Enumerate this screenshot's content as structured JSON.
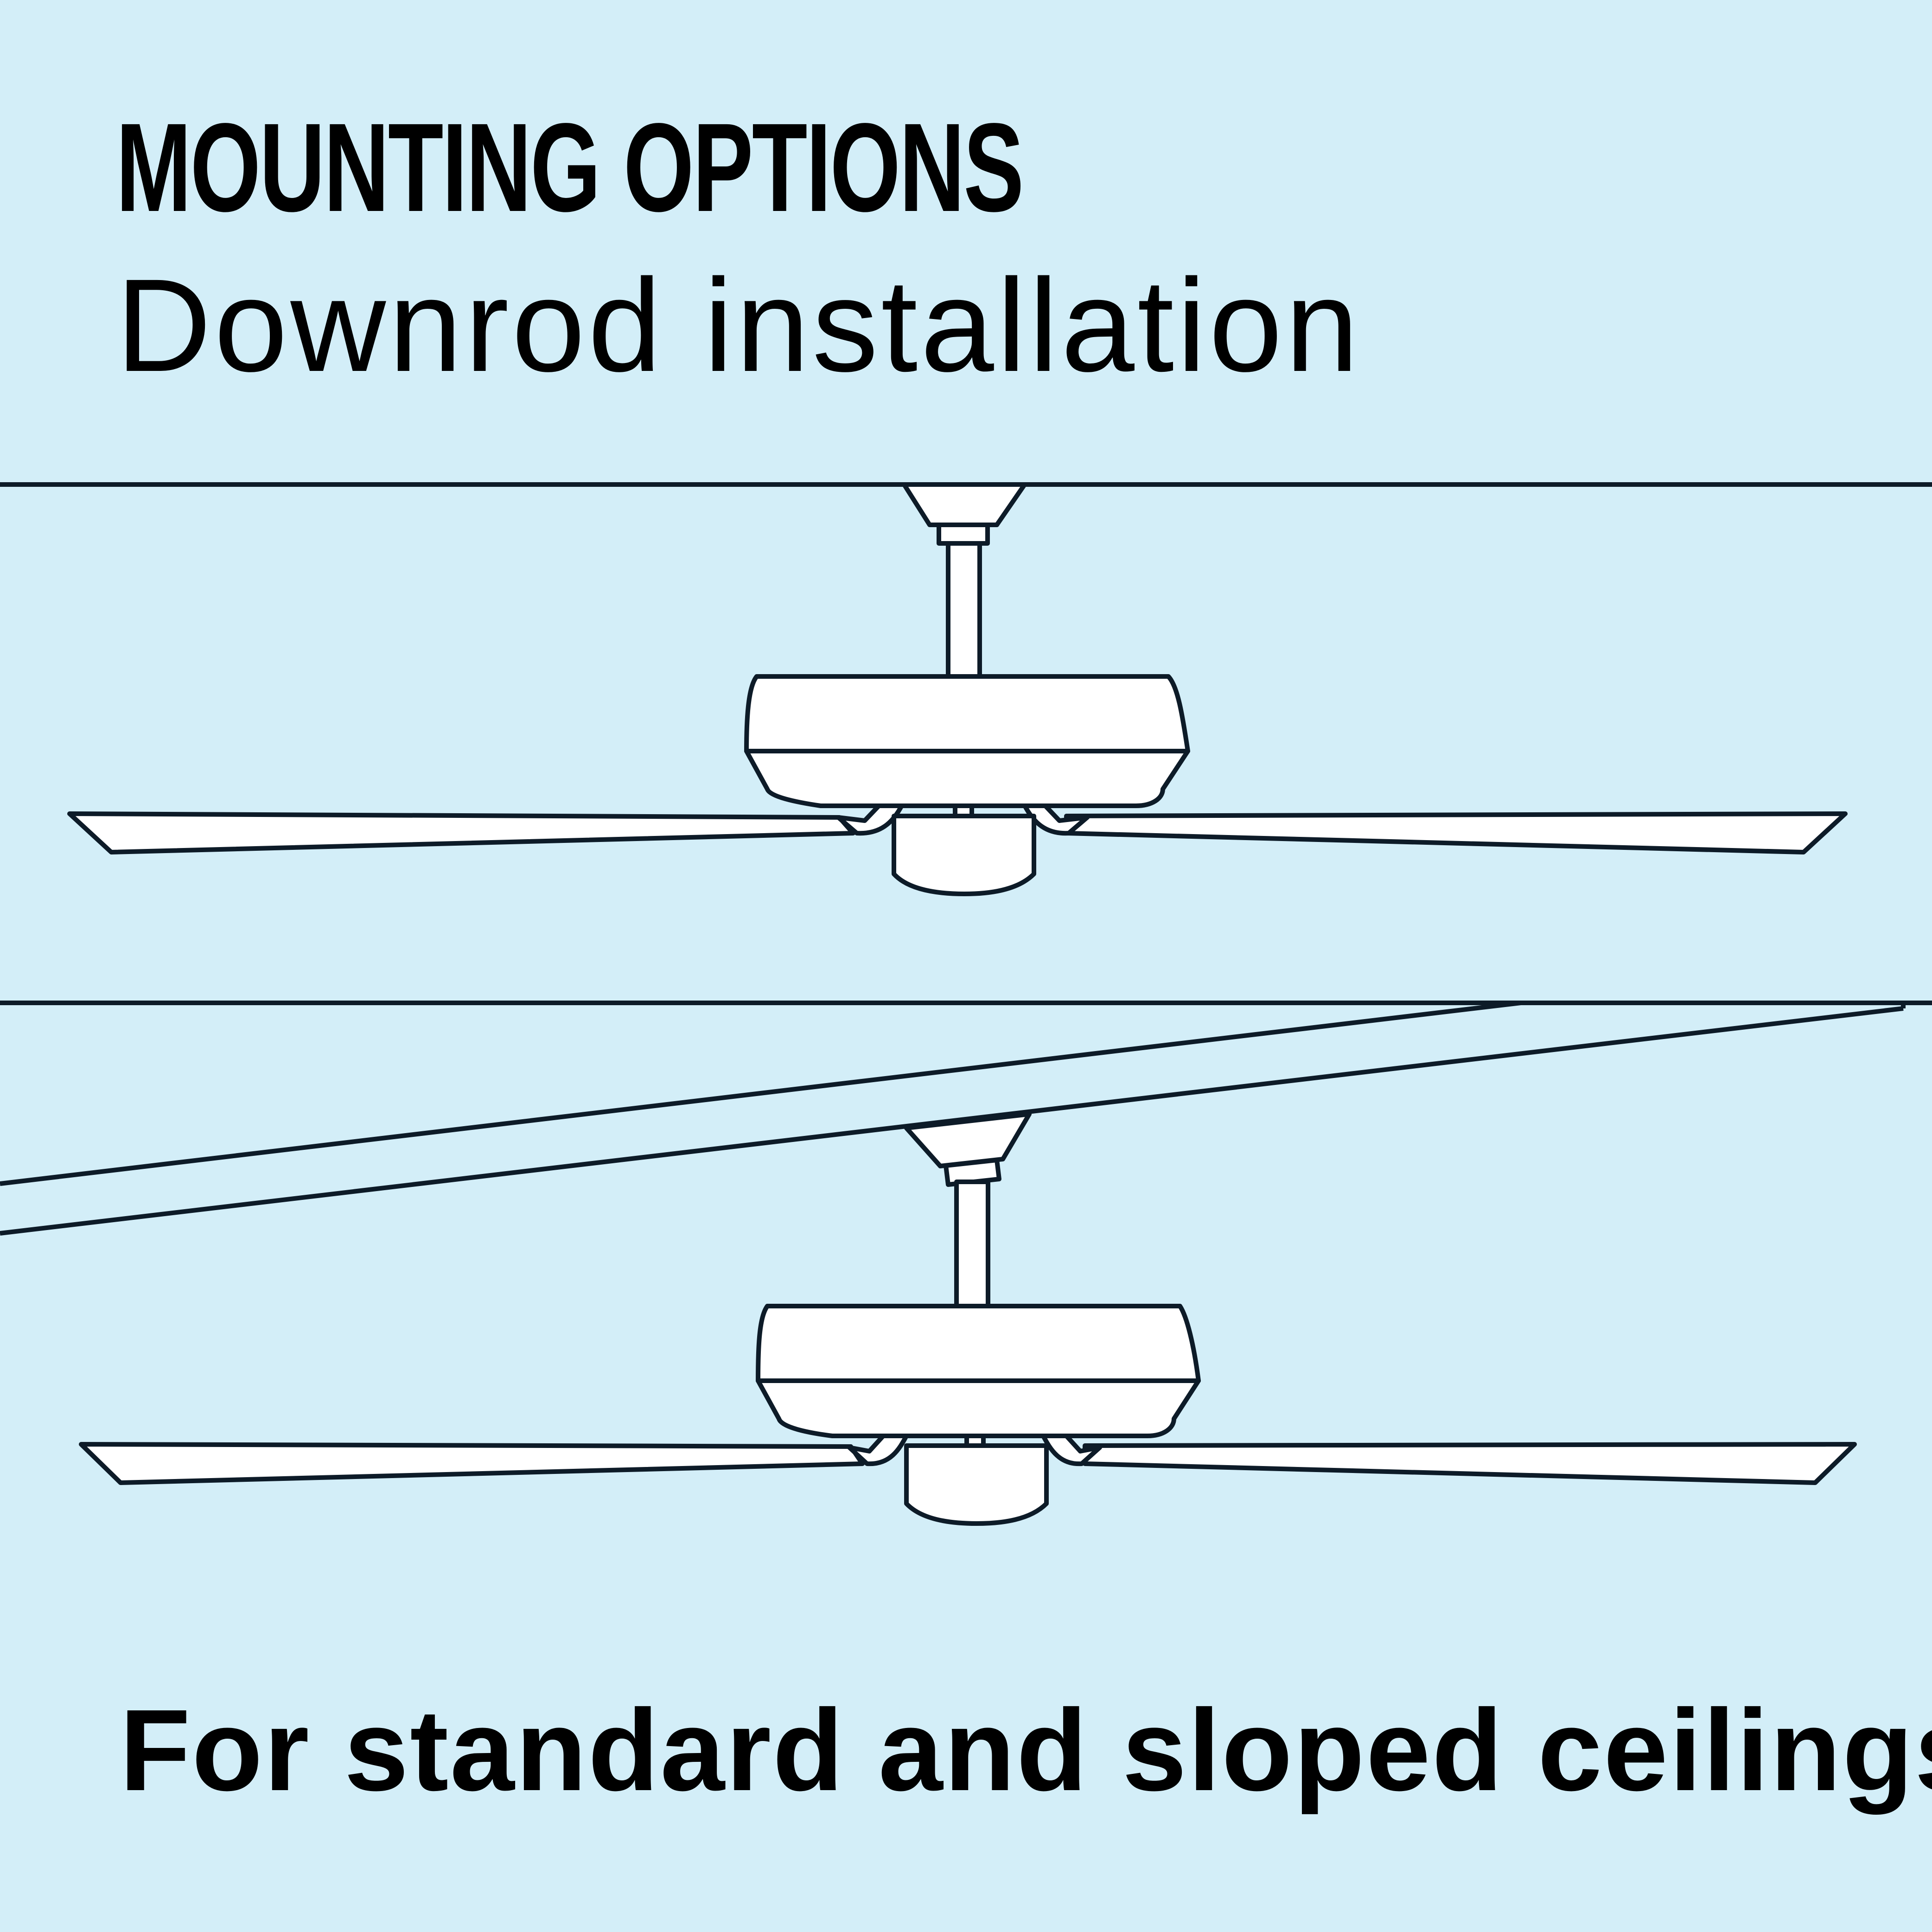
{
  "heading": "MOUNTING OPTIONS",
  "subheading": "Downrod installation",
  "caption": "For standard and sloped ceilings",
  "colors": {
    "background": "#d3eef8",
    "outline": "#0d1b28",
    "fill": "#ffffff",
    "text": "#000000"
  },
  "illustrations": [
    {
      "ceiling": "standard",
      "icon": "ceiling-fan-icon"
    },
    {
      "ceiling": "sloped",
      "icon": "ceiling-fan-icon"
    }
  ]
}
